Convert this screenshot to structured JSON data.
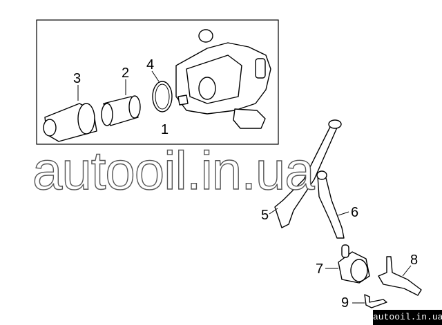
{
  "callouts": [
    "1",
    "2",
    "3",
    "4",
    "5",
    "6",
    "7",
    "8",
    "9"
  ],
  "watermark": "autooil.in.ua",
  "badge": "autooil.in.ua"
}
